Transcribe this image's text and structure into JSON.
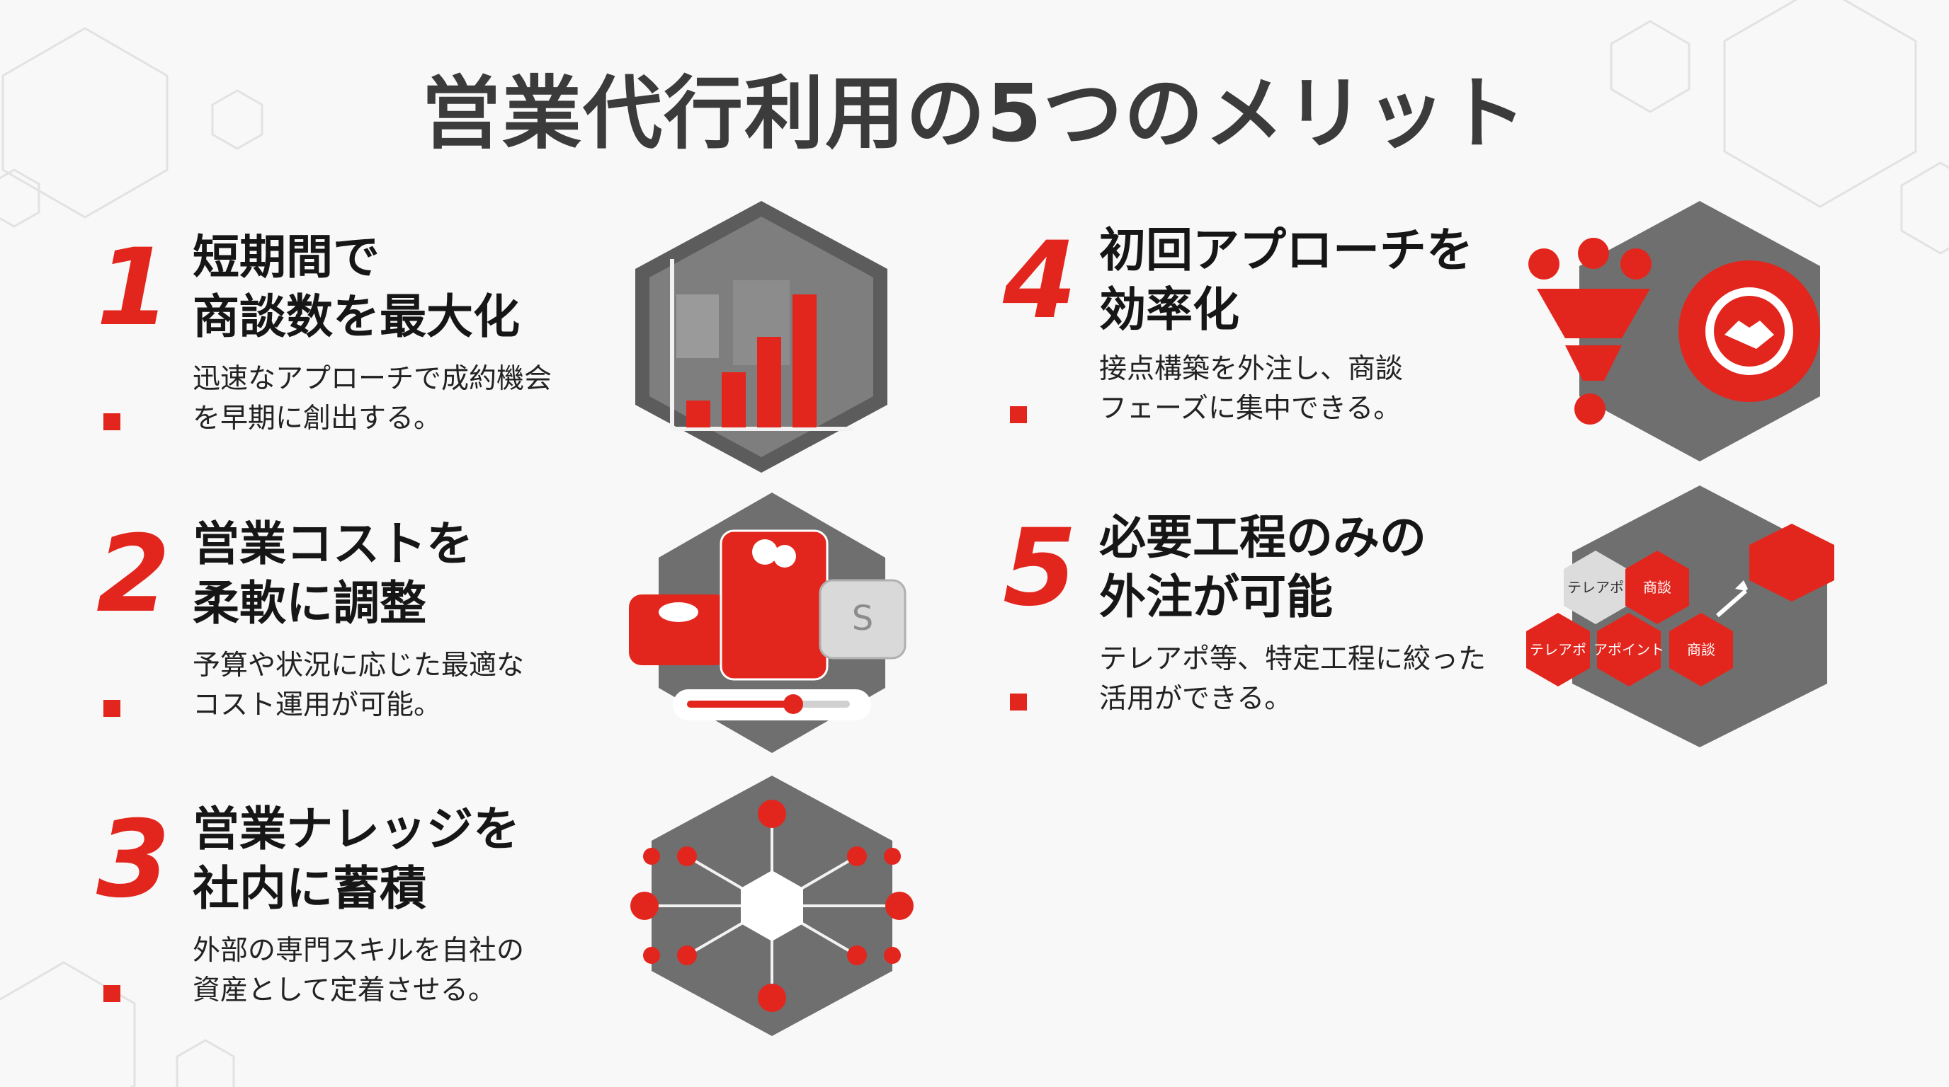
{
  "title": "営業代行利用の5つのメリット",
  "colors": {
    "accent": "#e3261d",
    "dark": "#3b3b3b",
    "background": "#f8f8f8"
  },
  "items": [
    {
      "number": "1",
      "heading": [
        "短期間で",
        "商談数を最大化"
      ],
      "description": [
        "迅速なアプローチで成約機会",
        "を早期に創出する。"
      ],
      "icon": "bar-chart-icon"
    },
    {
      "number": "2",
      "heading": [
        "営業コストを",
        "柔軟に調整"
      ],
      "description": [
        "予算や状況に応じた最適な",
        "コスト運用が可能。"
      ],
      "icon": "coin-stack-icon"
    },
    {
      "number": "3",
      "heading": [
        "営業ナレッジを",
        "社内に蓄積"
      ],
      "description": [
        "外部の専門スキルを自社の",
        "資産として定着させる。"
      ],
      "icon": "network-hub-icon"
    },
    {
      "number": "4",
      "heading": [
        "初回アプローチを",
        "効率化"
      ],
      "description": [
        "接点構築を外注し、商談",
        "フェーズに集中できる。"
      ],
      "icon": "handshake-gear-icon"
    },
    {
      "number": "5",
      "heading": [
        "必要工程のみの",
        "外注が可能"
      ],
      "description": [
        "テレアポ等、特定工程に絞った",
        "活用ができる。"
      ],
      "icon": "process-hex-icon",
      "process_labels": [
        "テレアポ",
        "商談",
        "テレアポ",
        "アポイント",
        "商談"
      ]
    }
  ]
}
